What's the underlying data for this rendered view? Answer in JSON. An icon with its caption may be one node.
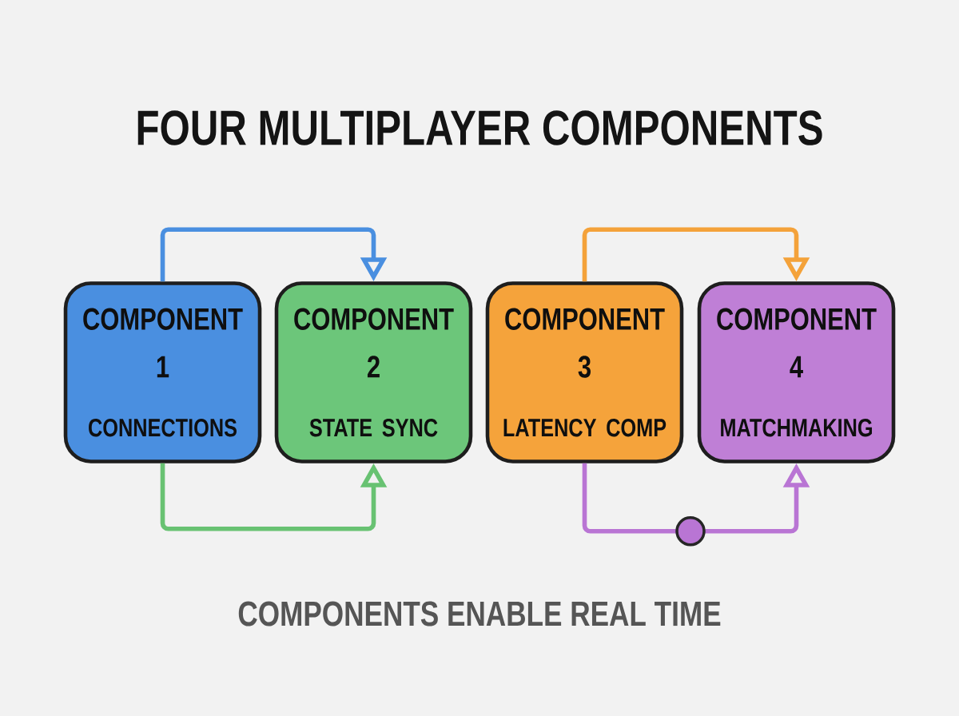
{
  "diagram": {
    "title": "FOUR MULTIPLAYER COMPONENTS",
    "caption": "COMPONENTS ENABLE REAL TIME",
    "nodes": [
      {
        "text": [
          "COMPONENT 1",
          "CONNECTIONS"
        ]
      },
      {
        "text": [
          "COMPONENT 2",
          "STATE SYNC"
        ]
      },
      {
        "text": [
          "COMPONENT 3",
          "LATENCY COMP"
        ]
      },
      {
        "text": [
          "COMPONENT 4",
          "MATCHMAKING"
        ]
      }
    ],
    "edges": [
      {
        "from": 0,
        "to": 1,
        "arrow": "to",
        "color": "#4a8fe0"
      },
      {
        "from": 0,
        "to": 1,
        "arrow": "to",
        "color": "#68c272"
      },
      {
        "from": 2,
        "to": 3,
        "arrow": "to",
        "color": "#f4a23a"
      },
      {
        "from": 2,
        "to": 3,
        "arrow": "to",
        "color": "#b975d4"
      }
    ]
  }
}
